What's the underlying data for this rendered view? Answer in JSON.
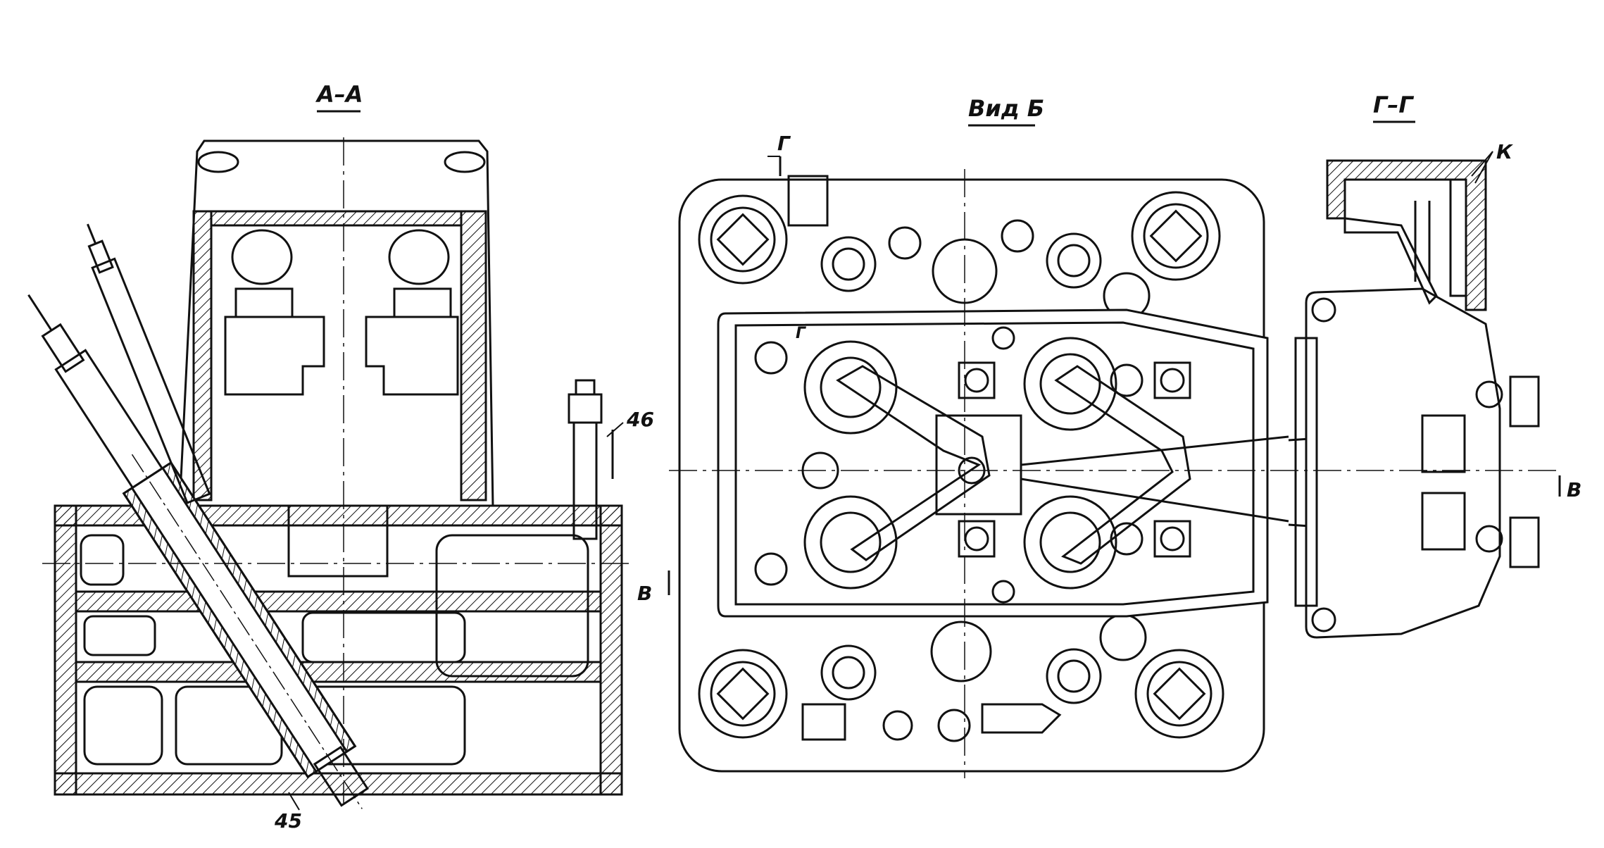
{
  "views": {
    "section_aa": {
      "title": "А–А",
      "callouts": [
        "46",
        "45"
      ]
    },
    "view_b": {
      "title": "Вид Б",
      "markers": [
        "Г",
        "Г",
        "В",
        "В"
      ]
    },
    "section_gg": {
      "title": "Г–Г",
      "callout": "К"
    }
  },
  "colors": {
    "ink": "#111111",
    "paper": "#ffffff"
  }
}
